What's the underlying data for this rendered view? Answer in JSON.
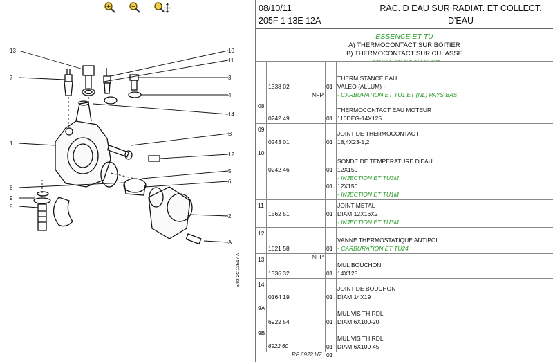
{
  "toolbar": {
    "zoom_in": "zoom-in-icon",
    "zoom_out": "zoom-out-icon",
    "zoom_fit": "zoom-move-icon"
  },
  "diagram": {
    "callouts_left": [
      "13",
      "7",
      "1",
      "6",
      "9",
      "8"
    ],
    "callouts_right": [
      "10",
      "11",
      "3",
      "4",
      "14",
      "B",
      "12",
      "5",
      "6",
      "2",
      "A"
    ],
    "side_code": "5/92 2C 13E17 A"
  },
  "header": {
    "date": "08/10/11",
    "code": "205F 1 13E 12A",
    "title_line1": "RAC. D EAU SUR RADIAT. ET COLLECT.",
    "title_line2": "D'EAU"
  },
  "subheader": {
    "essence": "ESSENCE ET TU",
    "a": "A) THERMOCONTACT SUR BOITIER",
    "b": "B) THERMOCONTACT SUR CULASSE",
    "clipped": "- ESSENCE ET TU ELEC"
  },
  "rows": [
    {
      "idx": "",
      "ref": "1338 02",
      "nfp": "NFP",
      "qty": [
        "01"
      ],
      "desc": [
        "THERMISTANCE EAU",
        "VALEO (ALLUM) -",
        "- CARBURATION ET TU1 ET (NL) PAYS BAS"
      ]
    },
    {
      "idx": "08",
      "ref": "0242 49",
      "nfp": "",
      "qty": [
        "01"
      ],
      "desc": [
        "THERMOCONTACT EAU MOTEUR",
        "110DEG-14X125"
      ]
    },
    {
      "idx": "09",
      "ref": "0243 01",
      "nfp": "",
      "qty": [
        "01"
      ],
      "desc": [
        "JOINT DE THERMOCONTACT",
        "18,4X23-1,2"
      ]
    },
    {
      "idx": "10",
      "ref": "0242 46",
      "nfp": "",
      "qty": [
        "01",
        "01"
      ],
      "desc": [
        "SONDE DE TEMPERATURE D'EAU",
        "12X150",
        "- INJECTION ET TU3M",
        "12X150",
        "- INJECTION ET TU1M"
      ]
    },
    {
      "idx": "11",
      "ref": "1562 51",
      "nfp": "",
      "qty": [
        "01"
      ],
      "desc": [
        "JOINT METAL",
        "DIAM 12X16X2",
        "- INJECTION ET TU3M"
      ]
    },
    {
      "idx": "12",
      "ref": "1621 58",
      "nfp": "NFP",
      "qty": [
        "01"
      ],
      "desc": [
        "VANNE THERMOSTATIQUE ANTIPOL",
        "- CARBURATION ET TU24"
      ]
    },
    {
      "idx": "13",
      "ref": "1336 32",
      "nfp": "",
      "qty": [
        "01"
      ],
      "desc": [
        "MUL BOUCHON",
        "14X125"
      ]
    },
    {
      "idx": "14",
      "ref": "0164 19",
      "nfp": "",
      "qty": [
        "01"
      ],
      "desc": [
        "JOINT DE BOUCHON",
        "DIAM 14X19"
      ]
    },
    {
      "idx": "9A",
      "ref": "6922 54",
      "nfp": "",
      "qty": [
        "01"
      ],
      "desc": [
        "MUL VIS TH RDL",
        "DIAM 6X100-20"
      ]
    },
    {
      "idx": "9B",
      "ref": "6922 60",
      "nfp": "",
      "qty": [
        "01",
        "01"
      ],
      "desc": [
        "MUL VIS TH RDL",
        "DIAM 6X100-45"
      ]
    }
  ],
  "footer": {
    "rp": "RP 6922 H7"
  }
}
